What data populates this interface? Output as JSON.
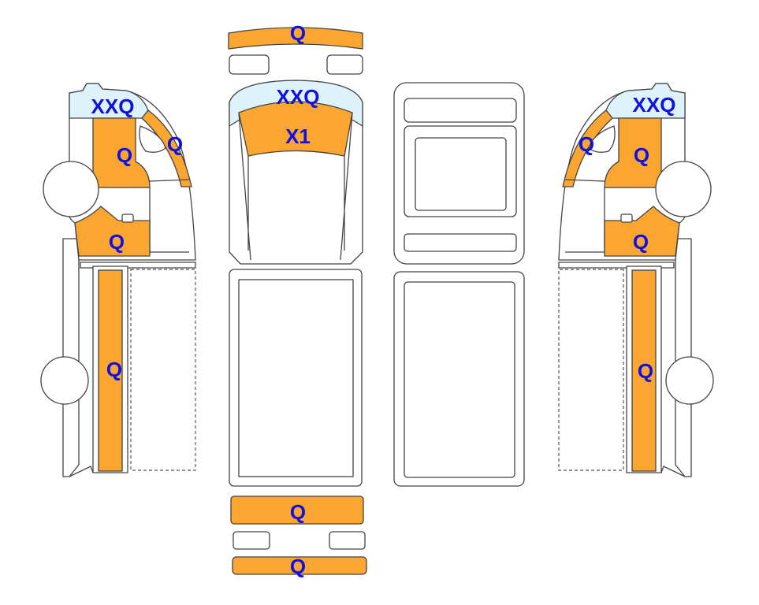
{
  "colors": {
    "damaged": "#FBA630",
    "glass": "#DDF2FA",
    "label": "#1010E0"
  },
  "left_view": {
    "windshield": "XXQ",
    "a_pillar": "Q",
    "door": "Q",
    "lower_panel": "Q",
    "bed_side": "Q"
  },
  "top_view": {
    "front_bumper": "Q",
    "windshield": "XXQ",
    "hood": "X1",
    "rear_bumper": "Q",
    "rear_bar": "Q"
  },
  "right_view": {
    "windshield": "XXQ",
    "a_pillar": "Q",
    "door": "Q",
    "lower_panel": "Q",
    "bed_side": "Q"
  }
}
